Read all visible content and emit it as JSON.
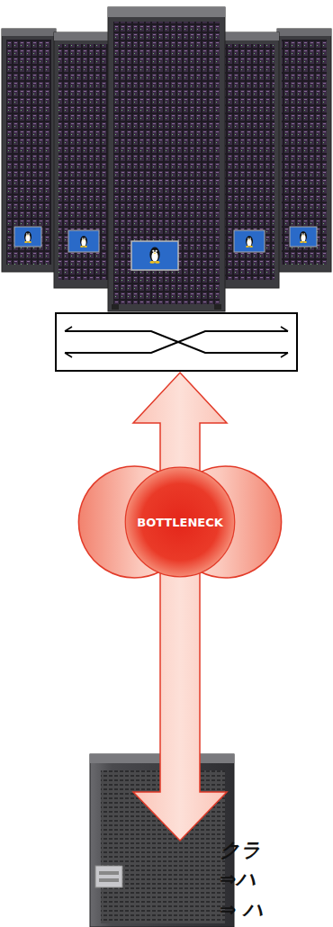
{
  "diagram": {
    "nodes": [
      {
        "text": [
          "BOTTLENECK"
        ]
      }
    ],
    "labels": [
      "クラ",
      "⇒ハ",
      "⇒ ハ"
    ]
  }
}
